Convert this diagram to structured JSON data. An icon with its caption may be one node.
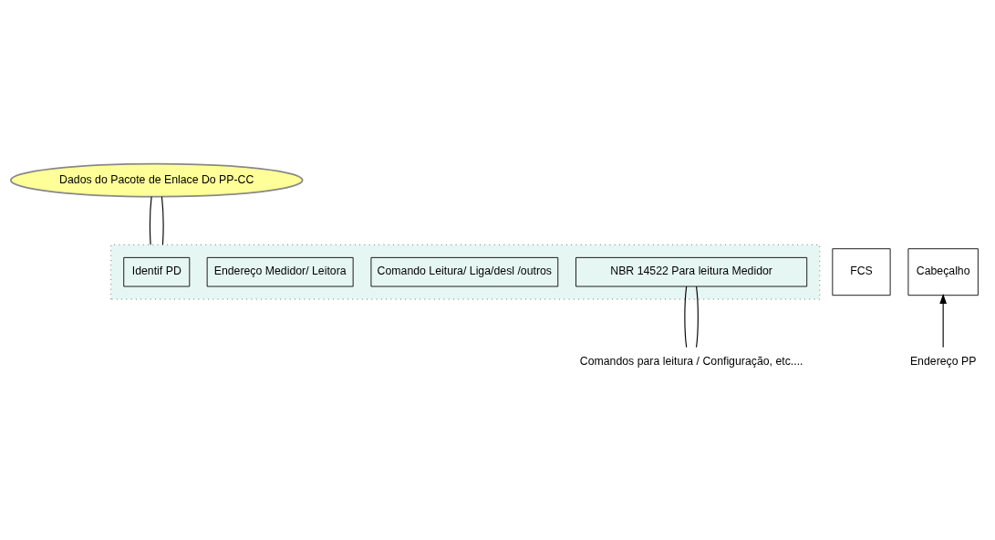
{
  "diagram": {
    "nodes": [
      {
        "text": [
          "Dados do Pacote de Enlace Do PP-CC"
        ]
      },
      {
        "text": [
          "Cabeçalho"
        ]
      },
      {
        "text": [],
        "shape": "box"
      },
      {
        "text": [
          "Identif PD"
        ],
        "in": 2
      },
      {
        "text": [
          "Endereço Medidor/ Leitora"
        ],
        "in": 2
      },
      {
        "text": [
          "Comando Leitura/ Liga/desl /outros"
        ],
        "in": 2
      },
      {
        "text": [
          "NBR 14522 Para leitura Medidor"
        ],
        "in": 2
      },
      {
        "text": [
          "FCS"
        ]
      },
      {
        "text": [
          "Endereço PP"
        ]
      },
      {
        "text": [
          "Comandos para leitura / Configuração, etc...."
        ]
      }
    ],
    "edges": [
      {
        "from": 0,
        "to": 2,
        "arrow": "none"
      },
      {
        "from": 0,
        "to": 2,
        "arrow": "none"
      },
      {
        "from": 8,
        "to": 1,
        "arrow": "to"
      },
      {
        "from": 9,
        "to": 6,
        "arrow": "none"
      },
      {
        "from": 9,
        "to": 6,
        "arrow": "none"
      }
    ]
  }
}
